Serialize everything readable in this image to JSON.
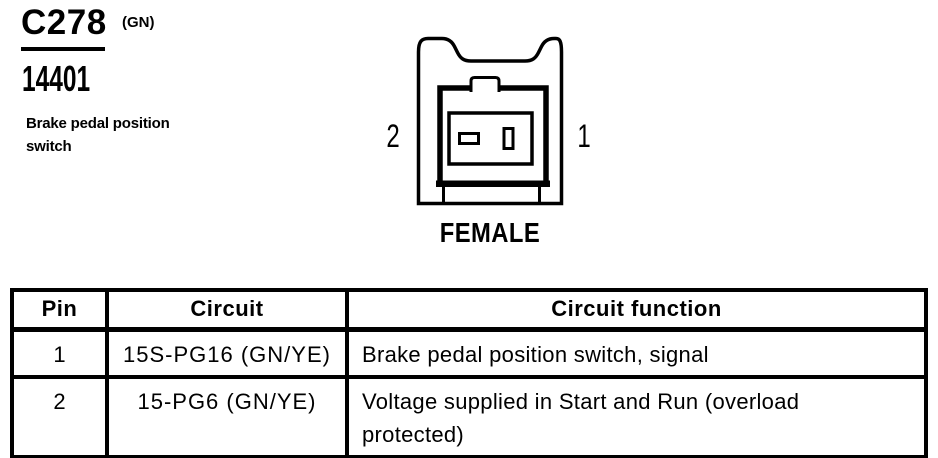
{
  "header": {
    "connector_id": "C278",
    "color_code": "(GN)",
    "part_number": "14401",
    "description": "Brake pedal position\nswitch"
  },
  "diagram": {
    "left_pin_label": "2",
    "right_pin_label": "1",
    "gender_label": "FEMALE"
  },
  "table": {
    "headers": [
      "Pin",
      "Circuit",
      "Circuit function"
    ],
    "rows": [
      {
        "pin": "1",
        "circuit": "15S-PG16 (GN/YE)",
        "function": "Brake pedal position switch, signal"
      },
      {
        "pin": "2",
        "circuit": "15-PG6 (GN/YE)",
        "function": "Voltage supplied in Start and Run (overload protected)"
      }
    ]
  },
  "colors": {
    "ink": "#000000",
    "paper": "#ffffff"
  }
}
